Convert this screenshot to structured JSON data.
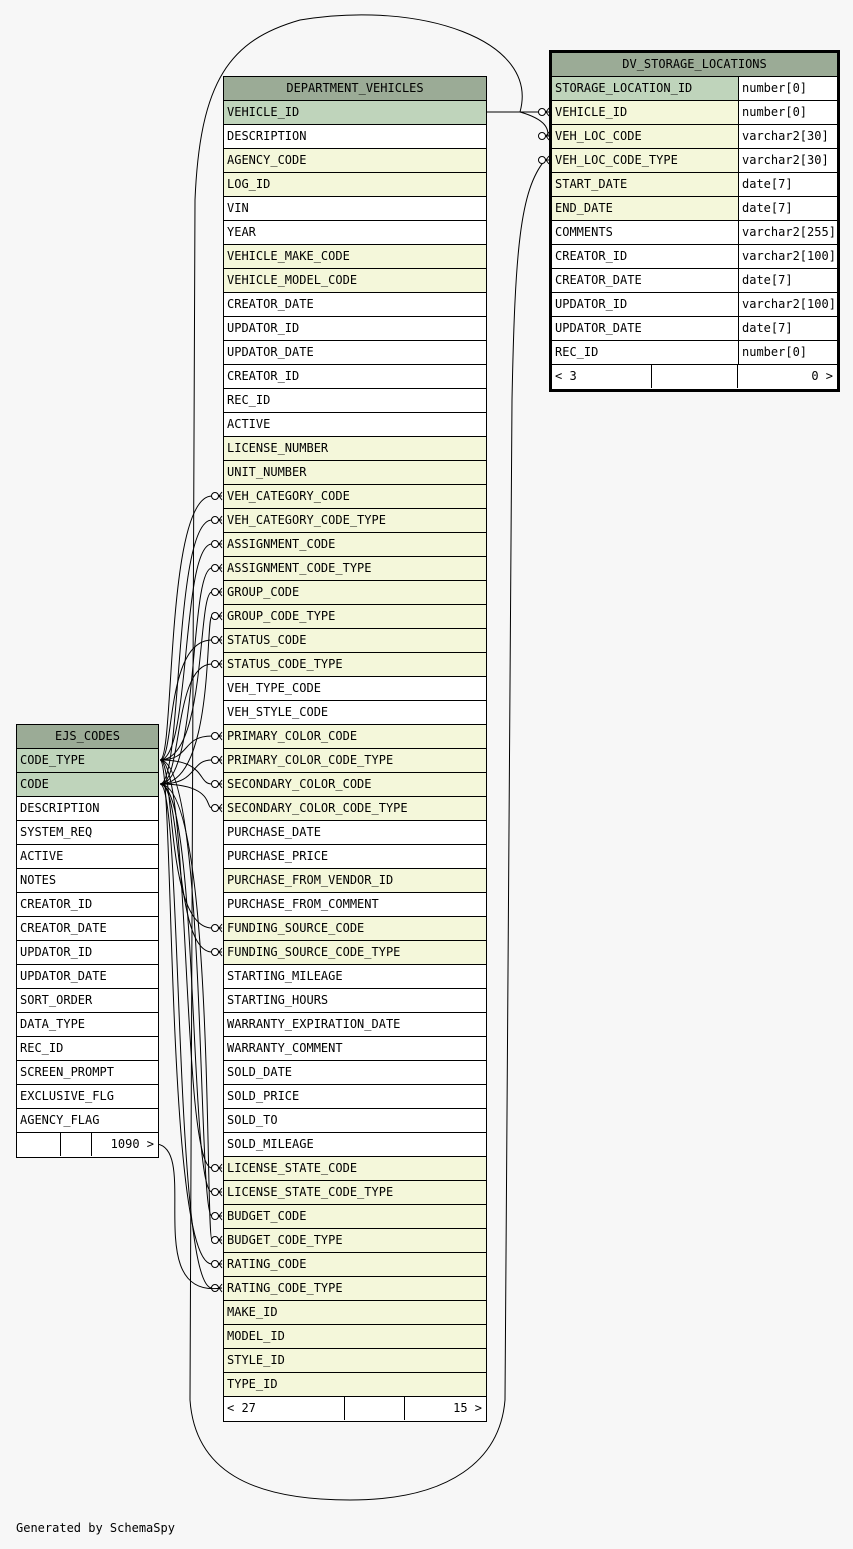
{
  "footer": "Generated by SchemaSpy",
  "colors": {
    "header": "#9bab96",
    "primary_key": "#bfd4bb",
    "foreign_key": "#f4f7da",
    "plain": "#ffffff",
    "background": "#f7f7f7"
  },
  "dv_storage_locations": {
    "name": "DV_STORAGE_LOCATIONS",
    "columns": [
      {
        "name": "STORAGE_LOCATION_ID",
        "type": "number[0]",
        "kind": "pk"
      },
      {
        "name": "VEHICLE_ID",
        "type": "number[0]",
        "kind": "fk"
      },
      {
        "name": "VEH_LOC_CODE",
        "type": "varchar2[30]",
        "kind": "fk"
      },
      {
        "name": "VEH_LOC_CODE_TYPE",
        "type": "varchar2[30]",
        "kind": "fk"
      },
      {
        "name": "START_DATE",
        "type": "date[7]",
        "kind": "fk"
      },
      {
        "name": "END_DATE",
        "type": "date[7]",
        "kind": "fk"
      },
      {
        "name": "COMMENTS",
        "type": "varchar2[255]",
        "kind": "plain"
      },
      {
        "name": "CREATOR_ID",
        "type": "varchar2[100]",
        "kind": "plain"
      },
      {
        "name": "CREATOR_DATE",
        "type": "date[7]",
        "kind": "plain"
      },
      {
        "name": "UPDATOR_ID",
        "type": "varchar2[100]",
        "kind": "plain"
      },
      {
        "name": "UPDATOR_DATE",
        "type": "date[7]",
        "kind": "plain"
      },
      {
        "name": "REC_ID",
        "type": "number[0]",
        "kind": "plain"
      }
    ],
    "footer": {
      "parents": "< 3",
      "rows": "",
      "children": "0 >"
    }
  },
  "department_vehicles": {
    "name": "DEPARTMENT_VEHICLES",
    "columns": [
      {
        "name": "VEHICLE_ID",
        "kind": "pk"
      },
      {
        "name": "DESCRIPTION",
        "kind": "plain"
      },
      {
        "name": "AGENCY_CODE",
        "kind": "fk"
      },
      {
        "name": "LOG_ID",
        "kind": "fk"
      },
      {
        "name": "VIN",
        "kind": "plain"
      },
      {
        "name": "YEAR",
        "kind": "plain"
      },
      {
        "name": "VEHICLE_MAKE_CODE",
        "kind": "fk"
      },
      {
        "name": "VEHICLE_MODEL_CODE",
        "kind": "fk"
      },
      {
        "name": "CREATOR_DATE",
        "kind": "plain"
      },
      {
        "name": "UPDATOR_ID",
        "kind": "plain"
      },
      {
        "name": "UPDATOR_DATE",
        "kind": "plain"
      },
      {
        "name": "CREATOR_ID",
        "kind": "plain"
      },
      {
        "name": "REC_ID",
        "kind": "plain"
      },
      {
        "name": "ACTIVE",
        "kind": "plain"
      },
      {
        "name": "LICENSE_NUMBER",
        "kind": "fk"
      },
      {
        "name": "UNIT_NUMBER",
        "kind": "fk"
      },
      {
        "name": "VEH_CATEGORY_CODE",
        "kind": "fk"
      },
      {
        "name": "VEH_CATEGORY_CODE_TYPE",
        "kind": "fk"
      },
      {
        "name": "ASSIGNMENT_CODE",
        "kind": "fk"
      },
      {
        "name": "ASSIGNMENT_CODE_TYPE",
        "kind": "fk"
      },
      {
        "name": "GROUP_CODE",
        "kind": "fk"
      },
      {
        "name": "GROUP_CODE_TYPE",
        "kind": "fk"
      },
      {
        "name": "STATUS_CODE",
        "kind": "fk"
      },
      {
        "name": "STATUS_CODE_TYPE",
        "kind": "fk"
      },
      {
        "name": "VEH_TYPE_CODE",
        "kind": "plain"
      },
      {
        "name": "VEH_STYLE_CODE",
        "kind": "plain"
      },
      {
        "name": "PRIMARY_COLOR_CODE",
        "kind": "fk"
      },
      {
        "name": "PRIMARY_COLOR_CODE_TYPE",
        "kind": "fk"
      },
      {
        "name": "SECONDARY_COLOR_CODE",
        "kind": "fk"
      },
      {
        "name": "SECONDARY_COLOR_CODE_TYPE",
        "kind": "fk"
      },
      {
        "name": "PURCHASE_DATE",
        "kind": "plain"
      },
      {
        "name": "PURCHASE_PRICE",
        "kind": "plain"
      },
      {
        "name": "PURCHASE_FROM_VENDOR_ID",
        "kind": "fk"
      },
      {
        "name": "PURCHASE_FROM_COMMENT",
        "kind": "plain"
      },
      {
        "name": "FUNDING_SOURCE_CODE",
        "kind": "fk"
      },
      {
        "name": "FUNDING_SOURCE_CODE_TYPE",
        "kind": "fk"
      },
      {
        "name": "STARTING_MILEAGE",
        "kind": "plain"
      },
      {
        "name": "STARTING_HOURS",
        "kind": "plain"
      },
      {
        "name": "WARRANTY_EXPIRATION_DATE",
        "kind": "plain"
      },
      {
        "name": "WARRANTY_COMMENT",
        "kind": "plain"
      },
      {
        "name": "SOLD_DATE",
        "kind": "plain"
      },
      {
        "name": "SOLD_PRICE",
        "kind": "plain"
      },
      {
        "name": "SOLD_TO",
        "kind": "plain"
      },
      {
        "name": "SOLD_MILEAGE",
        "kind": "plain"
      },
      {
        "name": "LICENSE_STATE_CODE",
        "kind": "fk"
      },
      {
        "name": "LICENSE_STATE_CODE_TYPE",
        "kind": "fk"
      },
      {
        "name": "BUDGET_CODE",
        "kind": "fk"
      },
      {
        "name": "BUDGET_CODE_TYPE",
        "kind": "fk"
      },
      {
        "name": "RATING_CODE",
        "kind": "fk"
      },
      {
        "name": "RATING_CODE_TYPE",
        "kind": "fk"
      },
      {
        "name": "MAKE_ID",
        "kind": "fk"
      },
      {
        "name": "MODEL_ID",
        "kind": "fk"
      },
      {
        "name": "STYLE_ID",
        "kind": "fk"
      },
      {
        "name": "TYPE_ID",
        "kind": "fk"
      }
    ],
    "footer": {
      "parents": "< 27",
      "rows": "",
      "children": "15 >"
    }
  },
  "ejs_codes": {
    "name": "EJS_CODES",
    "columns": [
      {
        "name": "CODE_TYPE",
        "kind": "pk"
      },
      {
        "name": "CODE",
        "kind": "pk"
      },
      {
        "name": "DESCRIPTION",
        "kind": "plain"
      },
      {
        "name": "SYSTEM_REQ",
        "kind": "plain"
      },
      {
        "name": "ACTIVE",
        "kind": "plain"
      },
      {
        "name": "NOTES",
        "kind": "plain"
      },
      {
        "name": "CREATOR_ID",
        "kind": "plain"
      },
      {
        "name": "CREATOR_DATE",
        "kind": "plain"
      },
      {
        "name": "UPDATOR_ID",
        "kind": "plain"
      },
      {
        "name": "UPDATOR_DATE",
        "kind": "plain"
      },
      {
        "name": "SORT_ORDER",
        "kind": "plain"
      },
      {
        "name": "DATA_TYPE",
        "kind": "plain"
      },
      {
        "name": "REC_ID",
        "kind": "plain"
      },
      {
        "name": "SCREEN_PROMPT",
        "kind": "plain"
      },
      {
        "name": "EXCLUSIVE_FLG",
        "kind": "plain"
      },
      {
        "name": "AGENCY_FLAG",
        "kind": "plain"
      }
    ],
    "footer": {
      "parents": "",
      "rows": "",
      "children": "1090 >"
    }
  }
}
